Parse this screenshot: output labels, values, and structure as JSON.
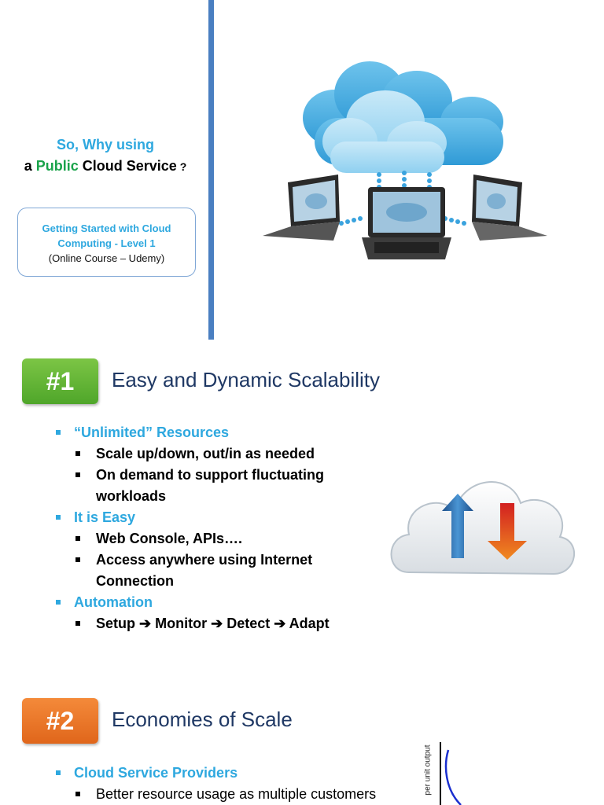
{
  "slide1": {
    "title_line1": {
      "part1": "So",
      "comma": ",",
      "part2": " Why using"
    },
    "title_line2": {
      "a": "a ",
      "public": "Public",
      "rest": " Cloud Service",
      "q": " ?"
    },
    "course_title": "Getting Started with Cloud Computing - Level 1",
    "course_sub": "(Online Course – Udemy)"
  },
  "slide2": {
    "badge": "#1",
    "heading": "Easy and Dynamic Scalability",
    "bullets": [
      {
        "text": "“Unlimited” Resources",
        "sub": [
          "Scale up/down, out/in as needed",
          "On demand to support fluctuating workloads"
        ]
      },
      {
        "text": "It is Easy",
        "sub": [
          "Web Console, APIs….",
          "Access anywhere using Internet Connection"
        ]
      },
      {
        "text": "Automation",
        "sub": [
          "Setup  Monitor  Detect  Adapt"
        ]
      }
    ]
  },
  "slide3": {
    "badge": "#2",
    "heading": "Economies of Scale",
    "bullets": [
      {
        "text": "Cloud Service Providers",
        "sub": [
          "Better resource usage as multiple customers"
        ]
      }
    ],
    "chart_ylabel": "per unit output"
  },
  "colors": {
    "accent_blue": "#2ea8df",
    "green": "#1aa34a",
    "navy": "#1f3864",
    "badge_green": "#5cb130",
    "badge_orange": "#e8701f"
  }
}
